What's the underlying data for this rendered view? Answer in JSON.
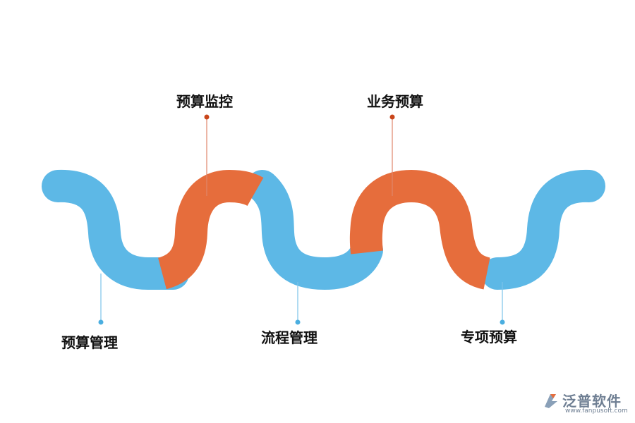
{
  "colors": {
    "blue": "#5db8e6",
    "orange": "#e66d3c",
    "pin_orange": "#c9461b",
    "pin_blue": "#4aaee0",
    "line_orange": "#e0866a",
    "line_blue": "#7cc3e8"
  },
  "steps": [
    {
      "label": "预算管理",
      "color": "blue"
    },
    {
      "label": "预算监控",
      "color": "orange"
    },
    {
      "label": "流程管理",
      "color": "blue"
    },
    {
      "label": "业务预算",
      "color": "orange"
    },
    {
      "label": "专项预算",
      "color": "blue"
    }
  ],
  "logo": {
    "name": "泛普软件",
    "url": "www.fanpusoft.com",
    "icon": "fanpu-logo-icon"
  }
}
